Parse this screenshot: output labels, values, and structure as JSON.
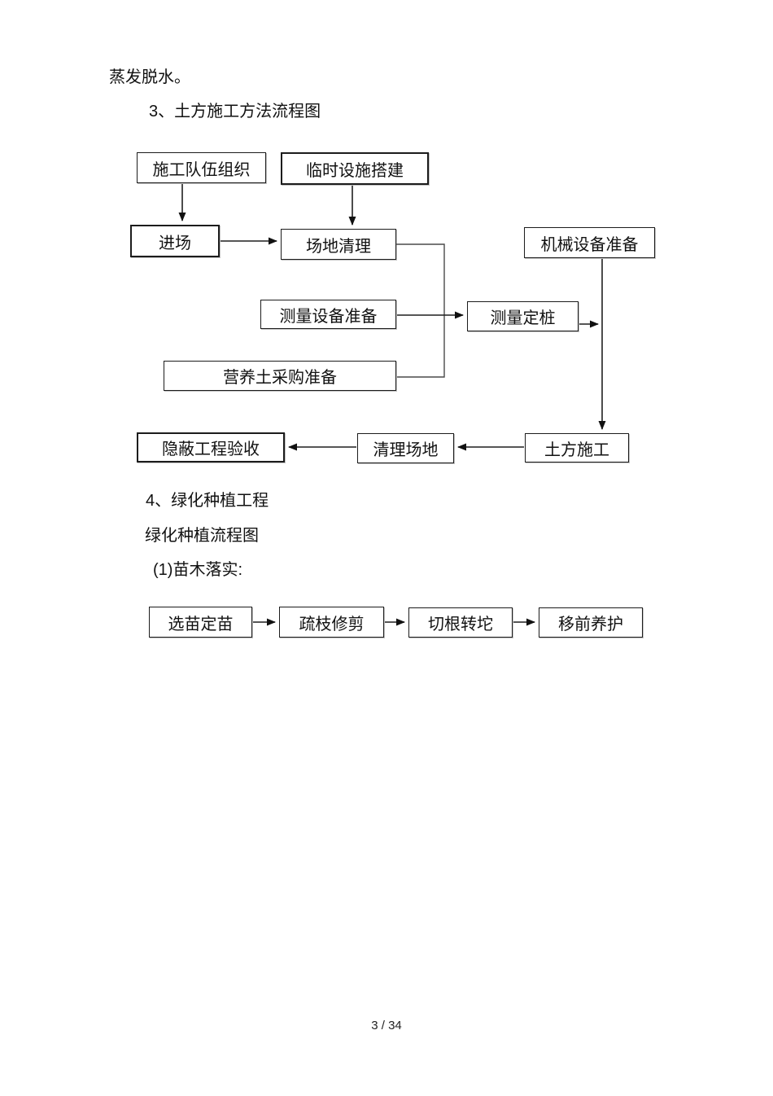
{
  "document": {
    "paragraph_top": "蒸发脱水。",
    "heading_earthwork": "3、土方施工方法流程图",
    "heading_greening": "4、绿化种植工程",
    "subheading_greening_flow": "绿化种植流程图",
    "list_item_seedling": "(1)苗木落实:",
    "page_number": "3 / 34"
  },
  "earthwork_flowchart": {
    "nodes": {
      "construction_team": "施工队伍组织",
      "temporary_facilities": "临时设施搭建",
      "site_entry": "进场",
      "site_clearing": "场地清理",
      "machinery_preparation": "机械设备准备",
      "survey_equipment_preparation": "测量设备准备",
      "survey_staking": "测量定桩",
      "nutrient_soil_procurement": "营养土采购准备",
      "concealed_work_acceptance": "隐蔽工程验收",
      "site_cleanup": "清理场地",
      "earthwork_construction": "土方施工"
    },
    "edges": [
      {
        "from": "construction_team",
        "to": "site_entry"
      },
      {
        "from": "temporary_facilities",
        "to": "site_clearing"
      },
      {
        "from": "site_entry",
        "to": "site_clearing"
      },
      {
        "from": "site_clearing",
        "to": "survey_staking"
      },
      {
        "from": "survey_equipment_preparation",
        "to": "survey_staking"
      },
      {
        "from": "nutrient_soil_procurement",
        "to": "survey_staking"
      },
      {
        "from": "survey_staking",
        "to": "earthwork_construction"
      },
      {
        "from": "machinery_preparation",
        "to": "earthwork_construction"
      },
      {
        "from": "earthwork_construction",
        "to": "site_cleanup"
      },
      {
        "from": "site_cleanup",
        "to": "concealed_work_acceptance"
      }
    ]
  },
  "planting_flowchart": {
    "nodes": {
      "seedling_selection": "选苗定苗",
      "branch_pruning": "疏枝修剪",
      "root_cutting": "切根转坨",
      "pre_move_care": "移前养护"
    },
    "edges": [
      {
        "from": "seedling_selection",
        "to": "branch_pruning"
      },
      {
        "from": "branch_pruning",
        "to": "root_cutting"
      },
      {
        "from": "root_cutting",
        "to": "pre_move_care"
      }
    ]
  }
}
